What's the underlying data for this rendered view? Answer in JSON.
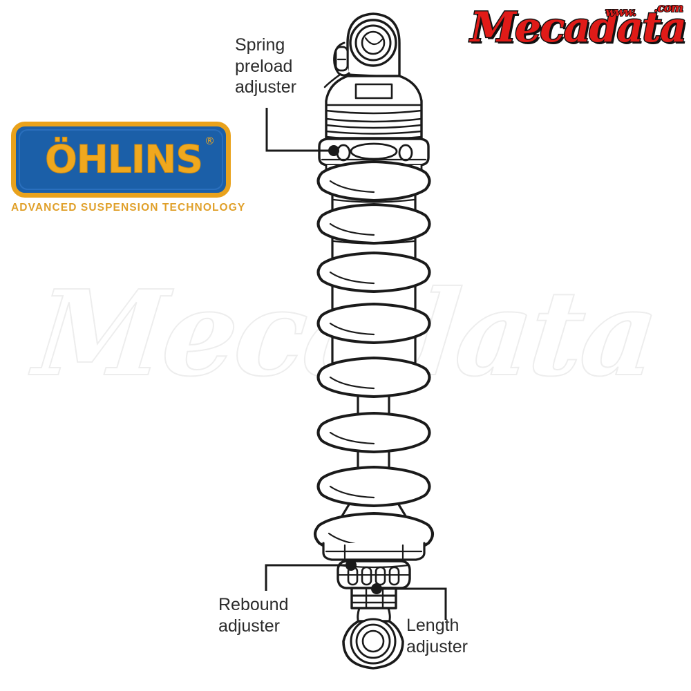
{
  "page": {
    "title": "Ohlins shock absorber adjustment diagram",
    "background": "#ffffff",
    "watermark_text": "Mecadata"
  },
  "brand_logo": {
    "name": "Mecadata",
    "www_text": "www.",
    "main_text": "Mecadata",
    "com_text": ".com",
    "colors": {
      "red": "#e01b18",
      "outline": "#111111"
    }
  },
  "manufacturer_logo": {
    "name": "ÖHLINS",
    "tagline": "ADVANCED SUSPENSION TECHNOLOGY",
    "registered_mark": "®",
    "colors": {
      "plate": "#1b5fa8",
      "gold": "#e9a21c",
      "text": "#f0a81e"
    }
  },
  "callouts": [
    {
      "id": "spring-preload",
      "label": "Spring\npreload\nadjuster",
      "target": "preload-adjuster-collar"
    },
    {
      "id": "rebound",
      "label": "Rebound\nadjuster",
      "target": "rebound-adjuster-knob"
    },
    {
      "id": "length",
      "label": "Length\nadjuster",
      "target": "length-adjuster-nut"
    }
  ],
  "diagram": {
    "type": "line-drawing",
    "subject": "motorcycle rear shock absorber",
    "stroke_color": "#1a1a1a",
    "fill_color": "#ffffff",
    "parts": [
      "upper-eyelet-mount",
      "reservoir-fitting",
      "shock-body",
      "preload-adjuster-collar",
      "coil-spring",
      "damper-shaft",
      "lower-spring-seat",
      "rebound-adjuster-knob",
      "length-adjuster-nut",
      "lower-eyelet-mount"
    ]
  }
}
